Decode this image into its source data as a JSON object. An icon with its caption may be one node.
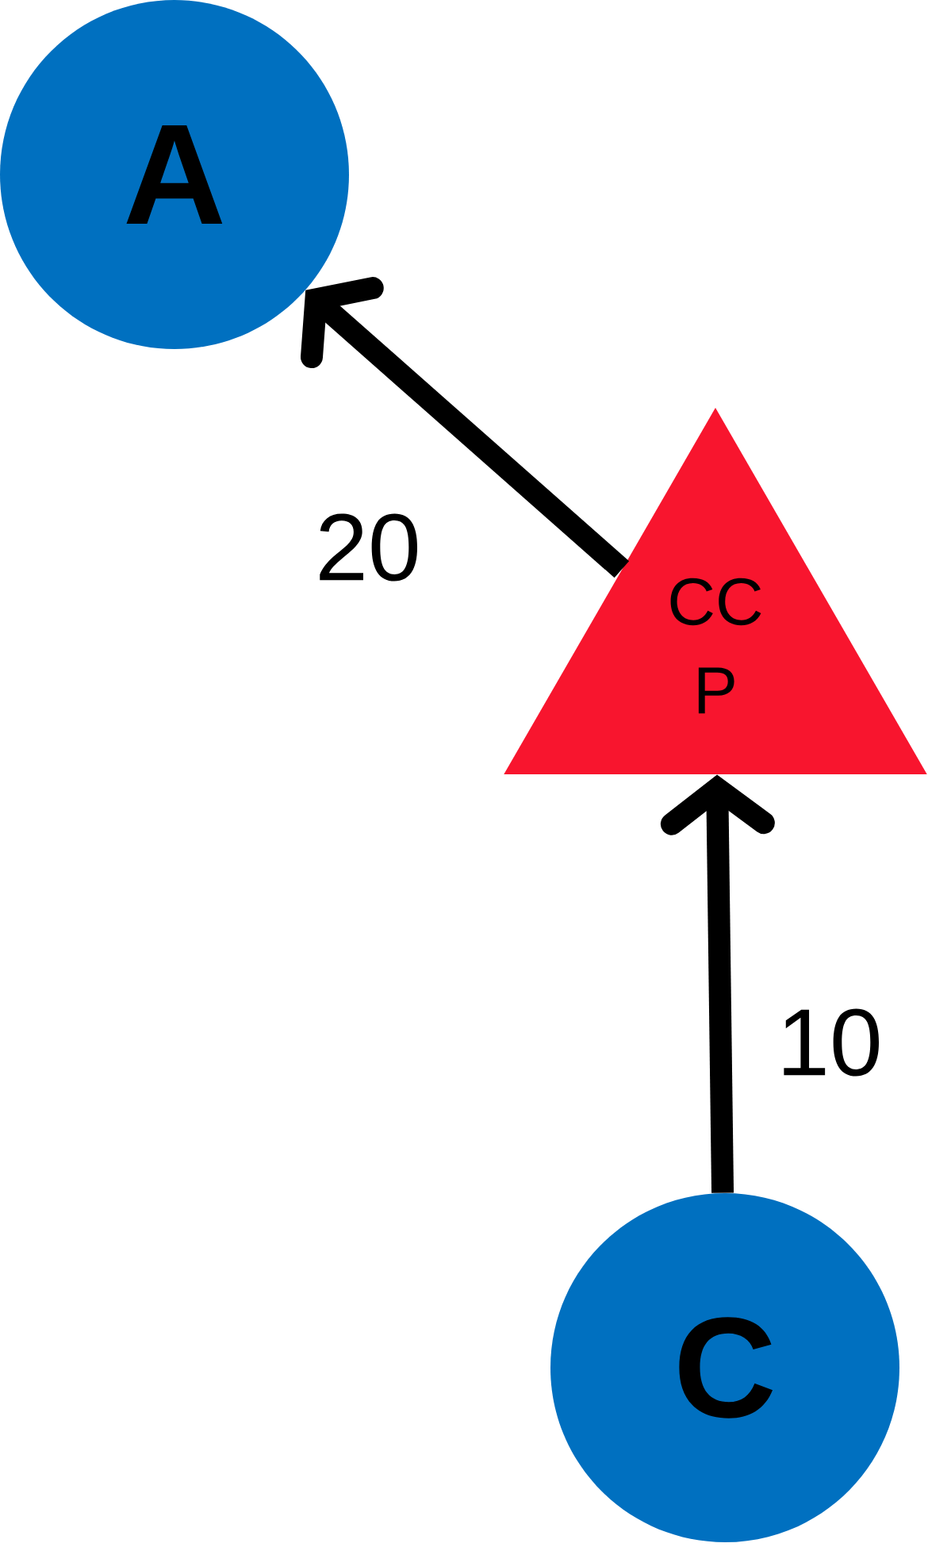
{
  "diagram": {
    "nodes": [
      {
        "text": [
          "A"
        ]
      },
      {
        "text": [
          "CC P"
        ]
      },
      {
        "text": [
          "C"
        ]
      }
    ],
    "edges": [
      {
        "from": 1,
        "to": 0,
        "arrow": "to",
        "label": "20"
      },
      {
        "from": 2,
        "to": 1,
        "arrow": "to",
        "label": "10"
      }
    ]
  }
}
